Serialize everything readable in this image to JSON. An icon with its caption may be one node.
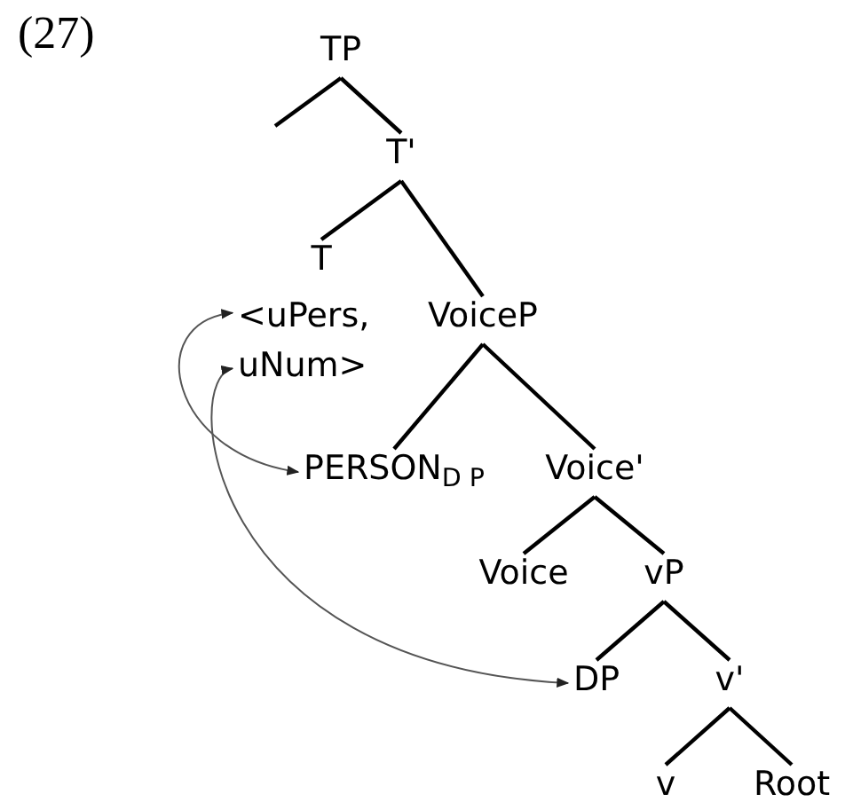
{
  "diagram": {
    "nodes": [
      {
        "text": [
          "TP"
        ]
      },
      {
        "text": [
          "T'"
        ]
      },
      {
        "text": [
          "T"
        ]
      },
      {
        "text": [
          "<uPers, uNum>"
        ]
      },
      {
        "text": [
          "VoiceP"
        ]
      },
      {
        "text": [
          "PERSON$_{D P}$"
        ]
      },
      {
        "text": [
          "Voice'"
        ]
      },
      {
        "text": [
          "Voice"
        ]
      },
      {
        "text": [
          "vP"
        ]
      },
      {
        "text": [
          "DP"
        ]
      },
      {
        "text": [
          "v'"
        ]
      },
      {
        "text": [
          "v"
        ]
      },
      {
        "text": [
          "Root"
        ]
      }
    ],
    "edges": [
      {
        "from": 0,
        "to": null,
        "arrow": "none"
      },
      {
        "from": 0,
        "to": 1,
        "arrow": "none"
      },
      {
        "from": 1,
        "to": 2,
        "arrow": "none"
      },
      {
        "from": 1,
        "to": 4,
        "arrow": "none"
      },
      {
        "from": 4,
        "to": 5,
        "arrow": "none"
      },
      {
        "from": 4,
        "to": 6,
        "arrow": "none"
      },
      {
        "from": 6,
        "to": 7,
        "arrow": "none"
      },
      {
        "from": 6,
        "to": 8,
        "arrow": "none"
      },
      {
        "from": 8,
        "to": 9,
        "arrow": "none"
      },
      {
        "from": 8,
        "to": 10,
        "arrow": "none"
      },
      {
        "from": 10,
        "to": 11,
        "arrow": "none"
      },
      {
        "from": 10,
        "to": 12,
        "arrow": "none"
      },
      {
        "from": 3,
        "to": 5,
        "arrow": "both"
      },
      {
        "from": 3,
        "to": 9,
        "arrow": "both"
      }
    ],
    "labels": [
      "(27)"
    ]
  }
}
